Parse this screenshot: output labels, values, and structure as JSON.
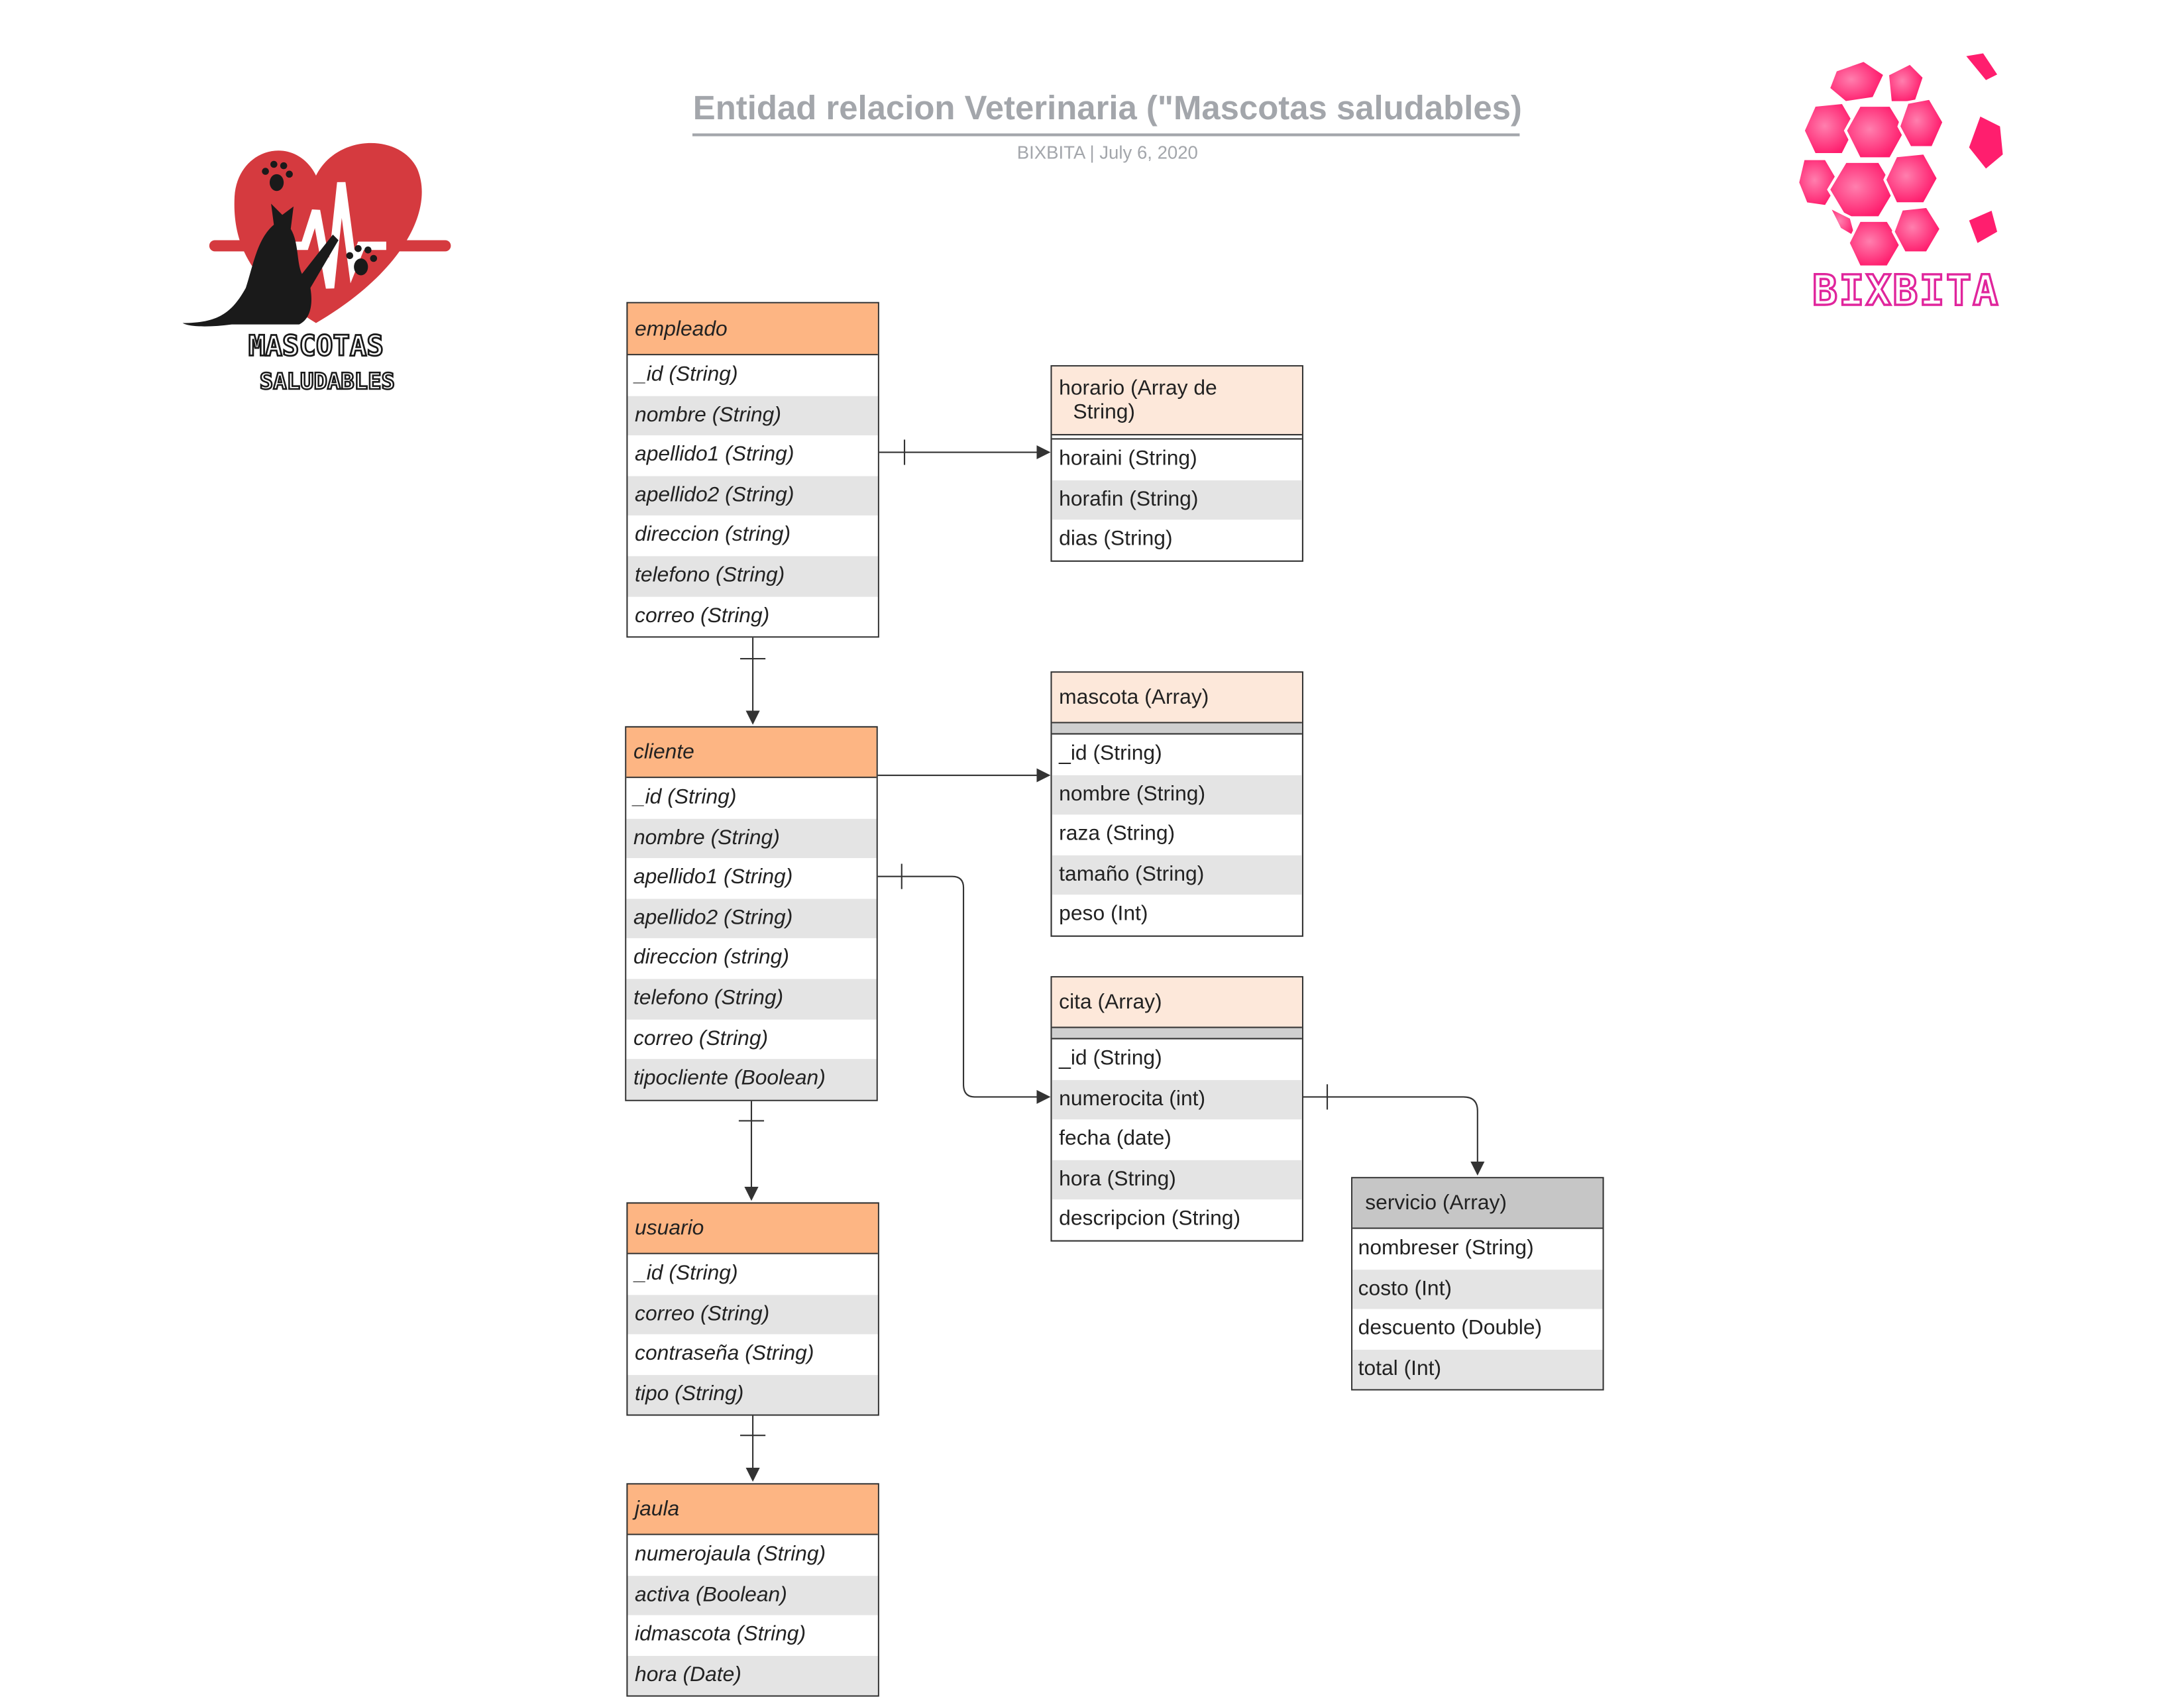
{
  "header": {
    "title": "Entidad relacion Veterinaria (\"Mascotas saludables)",
    "subtitle": "BIXBITA  |  July 6, 2020"
  },
  "logos": {
    "left": {
      "line1": "MASCOTAS",
      "line2": "SALUDABLES",
      "color": "#d53a3f"
    },
    "right": {
      "text": "BIXBITA",
      "color": "#ff1e6e"
    }
  },
  "entities": {
    "empleado": {
      "title": "empleado",
      "fields": [
        "_id (String)",
        "nombre (String)",
        "apellido1 (String)",
        "apellido2 (String)",
        "direccion (string)",
        "telefono (String)",
        "correo (String)"
      ]
    },
    "cliente": {
      "title": "cliente",
      "fields": [
        "_id (String)",
        "nombre (String)",
        "apellido1 (String)",
        "apellido2 (String)",
        "direccion (string)",
        "telefono (String)",
        "correo (String)",
        "tipocliente (Boolean)"
      ]
    },
    "usuario": {
      "title": "usuario",
      "fields": [
        "_id (String)",
        "correo (String)",
        "contraseña (String)",
        "tipo (String)"
      ]
    },
    "jaula": {
      "title": "jaula",
      "fields": [
        "numerojaula (String)",
        "activa (Boolean)",
        "idmascota (String)",
        "hora (Date)"
      ]
    },
    "horario": {
      "title_line1": "horario (Array de",
      "title_line2": "String)",
      "fields": [
        "horaini (String)",
        "horafin (String)",
        "dias (String)"
      ]
    },
    "mascota": {
      "title": "mascota (Array)",
      "fields": [
        "_id (String)",
        "nombre (String)",
        "raza (String)",
        "tamaño (String)",
        "peso (Int)"
      ]
    },
    "cita": {
      "title": "cita (Array)",
      "fields": [
        "_id (String)",
        "numerocita (int)",
        "fecha (date)",
        "hora (String)",
        "descripcion (String)"
      ]
    },
    "servicio": {
      "title": "servicio (Array)",
      "fields": [
        "nombreser (String)",
        "costo (Int)",
        "descuento (Double)",
        "total (Int)"
      ]
    }
  },
  "colors": {
    "header_dark": "#fdb583",
    "header_light": "#fde8da",
    "header_gray": "#c6c6c6",
    "row_alt": "#e4e4e4",
    "line": "#333333"
  }
}
